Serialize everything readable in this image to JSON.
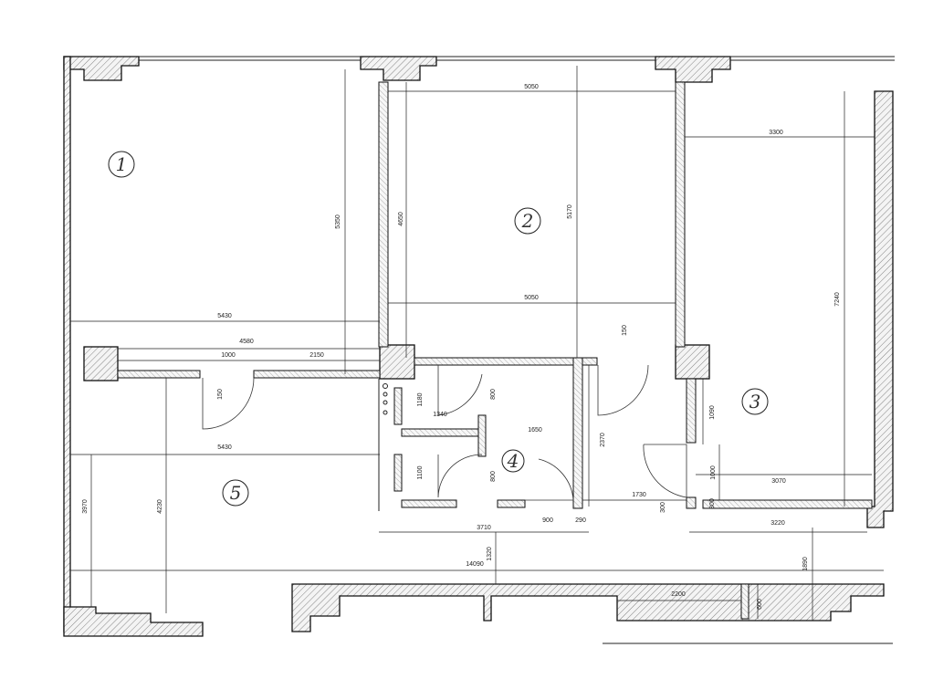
{
  "rooms": [
    {
      "number": "1"
    },
    {
      "number": "2"
    },
    {
      "number": "3"
    },
    {
      "number": "4"
    },
    {
      "number": "5"
    }
  ],
  "dimensions": {
    "d5050_top": "5050",
    "d3300": "3300",
    "d5350": "5350",
    "d4650": "4650",
    "d5170": "5170",
    "d7240": "7240",
    "d5050_bottom": "5050",
    "d5430_a": "5430",
    "d4580": "4580",
    "d1000_a": "1000",
    "d2150": "2150",
    "d150_a": "150",
    "d150_b": "150",
    "d1180": "1180",
    "d800_a": "800",
    "d1340": "1340",
    "d1650": "1650",
    "d1090": "1090",
    "d2370": "2370",
    "d5430_b": "5430",
    "d1100": "1100",
    "d800_b": "800",
    "d1000_b": "1000",
    "d3070": "3070",
    "d1730": "1730",
    "d300_a": "300",
    "d300_b": "300",
    "d3970": "3970",
    "d4230": "4230",
    "d3710": "3710",
    "d900": "900",
    "d290": "290",
    "d3220": "3220",
    "d1320": "1320",
    "d14090": "14090",
    "d1890": "1890",
    "d2200": "2200",
    "d600": "600"
  }
}
